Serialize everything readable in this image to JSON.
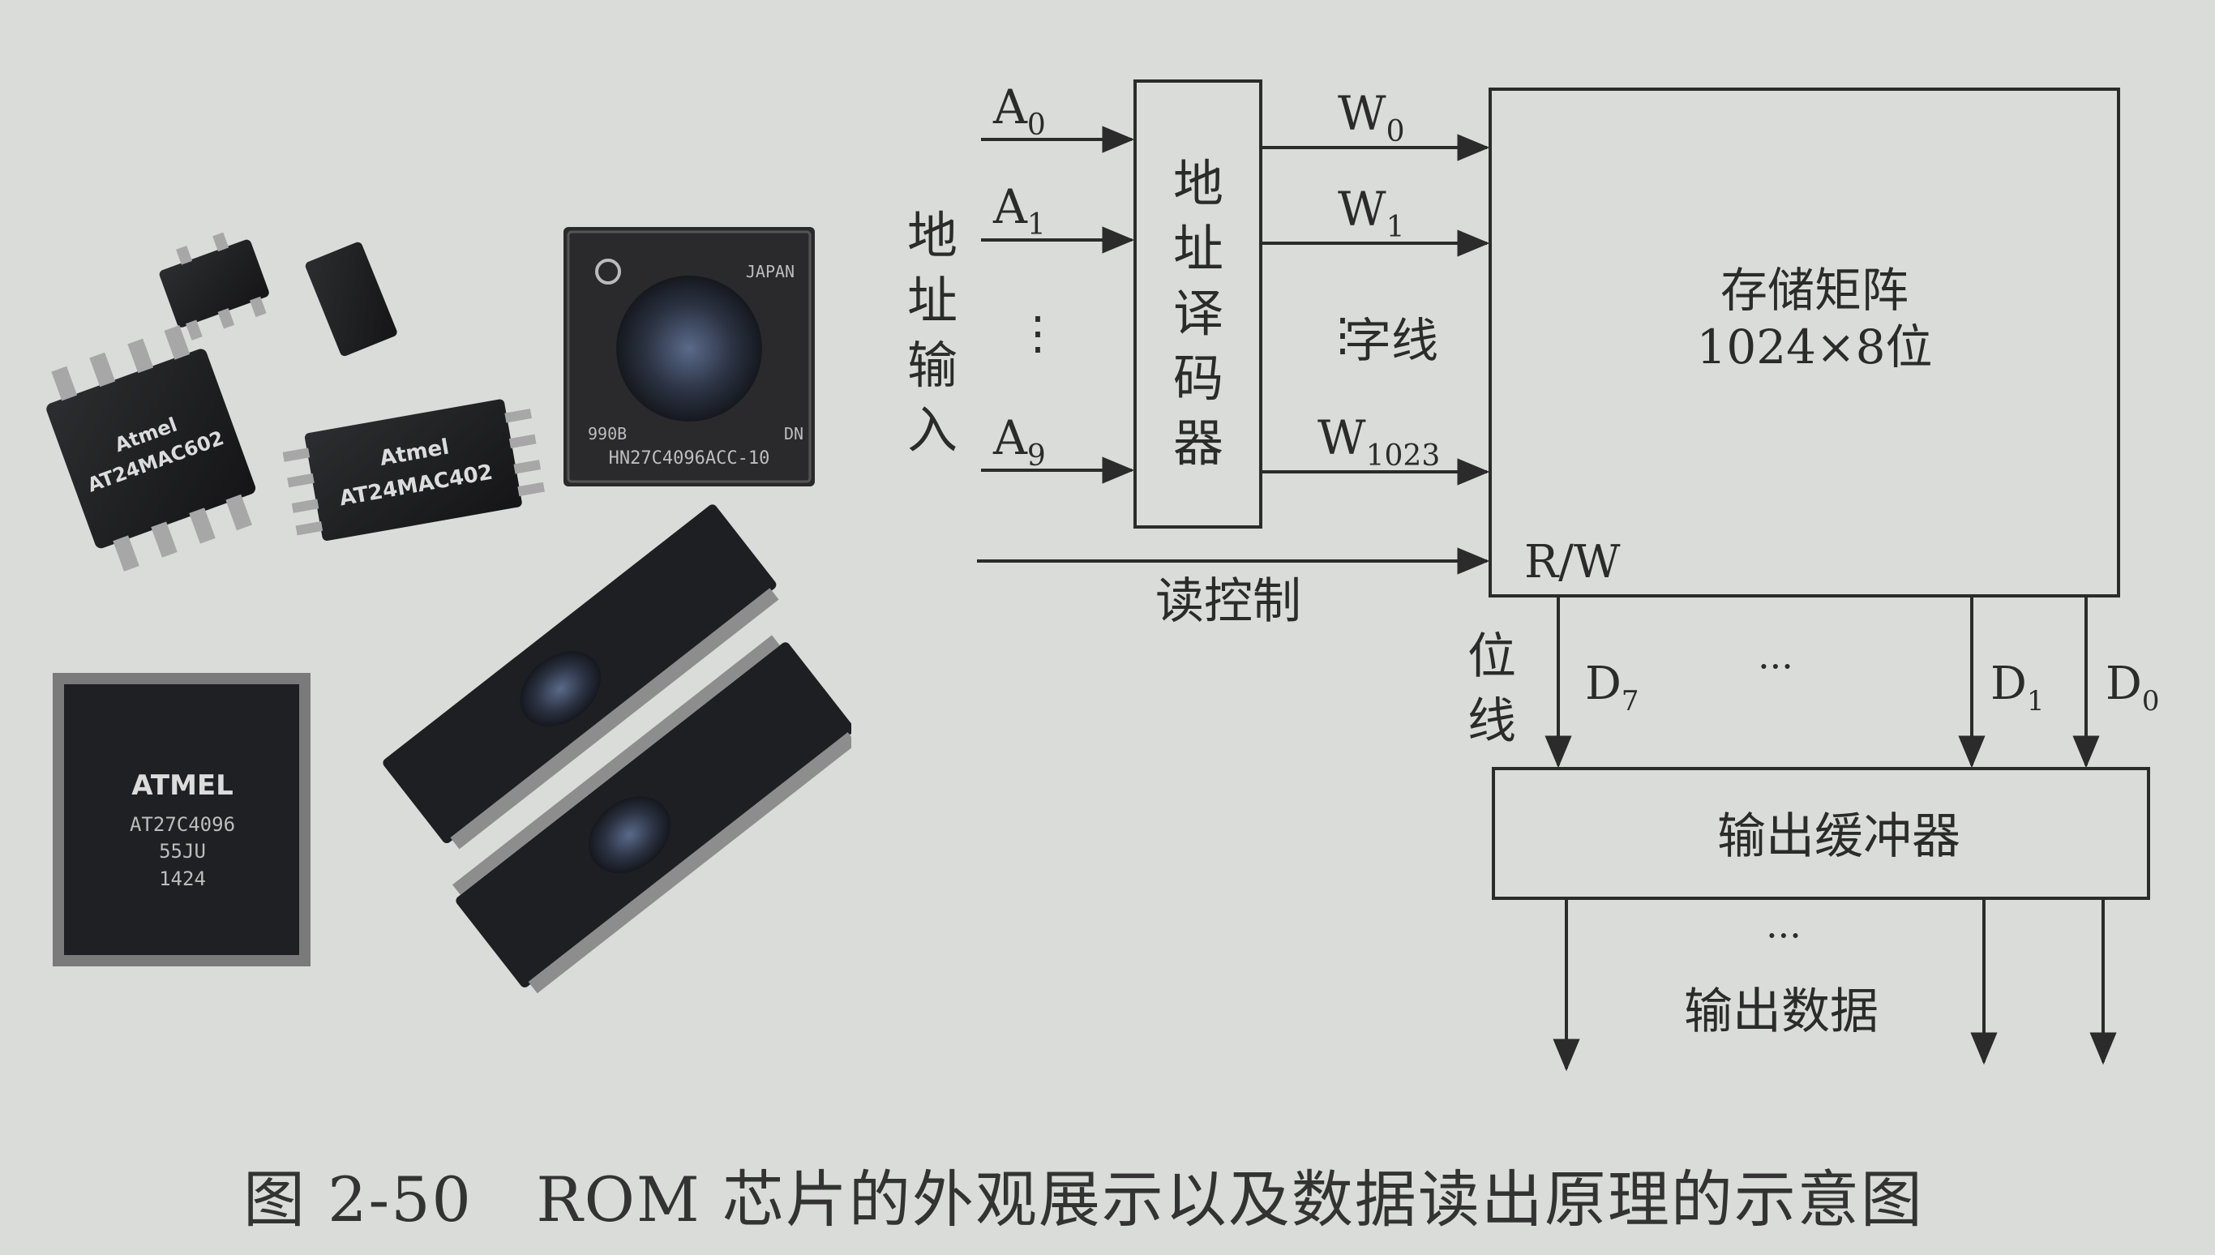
{
  "photo": {
    "chips": [
      {
        "brand": "",
        "part": ""
      },
      {
        "brand": "",
        "part": ""
      },
      {
        "brand": "Atmel",
        "part": "AT24MAC602"
      },
      {
        "brand": "Atmel",
        "part": "AT24MAC402"
      },
      {
        "brand": "JAPAN",
        "part": "HN27C4096ACC-10",
        "code": "990B",
        "mark": "DN"
      },
      {
        "brand": "ATMEL",
        "part": "AT27C4096",
        "code": "55JU",
        "date": "1424"
      },
      {
        "brand": "",
        "part": ""
      },
      {
        "brand": "",
        "part": ""
      }
    ]
  },
  "diagram": {
    "address_input_label": [
      "地",
      "址",
      "输",
      "入"
    ],
    "address_lines": [
      {
        "base": "A",
        "sub": "0"
      },
      {
        "base": "A",
        "sub": "1"
      },
      {
        "base": "A",
        "sub": "9"
      }
    ],
    "address_ellipsis": "⋮",
    "decoder_label": [
      "地",
      "址",
      "译",
      "码",
      "器"
    ],
    "word_lines": [
      {
        "base": "W",
        "sub": "0"
      },
      {
        "base": "W",
        "sub": "1"
      },
      {
        "base": "W",
        "sub": "1023"
      }
    ],
    "word_line_ellipsis": "⋮",
    "word_line_label": "字线",
    "matrix_title": "存储矩阵",
    "matrix_size": "1024×8位",
    "rw_label": "R/W",
    "read_control_label": "读控制",
    "bit_line_label": [
      "位",
      "线"
    ],
    "data_lines": [
      {
        "base": "D",
        "sub": "7"
      },
      {
        "base": "D",
        "sub": "1"
      },
      {
        "base": "D",
        "sub": "0"
      }
    ],
    "data_line_ellipsis": "···",
    "output_buffer_label": "输出缓冲器",
    "output_ellipsis": "···",
    "output_data_label": "输出数据"
  },
  "caption": {
    "figure_number": "图 2-50",
    "text": "ROM 芯片的外观展示以及数据读出原理的示意图"
  },
  "colors": {
    "background": "#d9dcd8",
    "ink": "#2b2b2b",
    "chip_body": "#1f1f21",
    "chip_pin": "#a7a7a7"
  }
}
